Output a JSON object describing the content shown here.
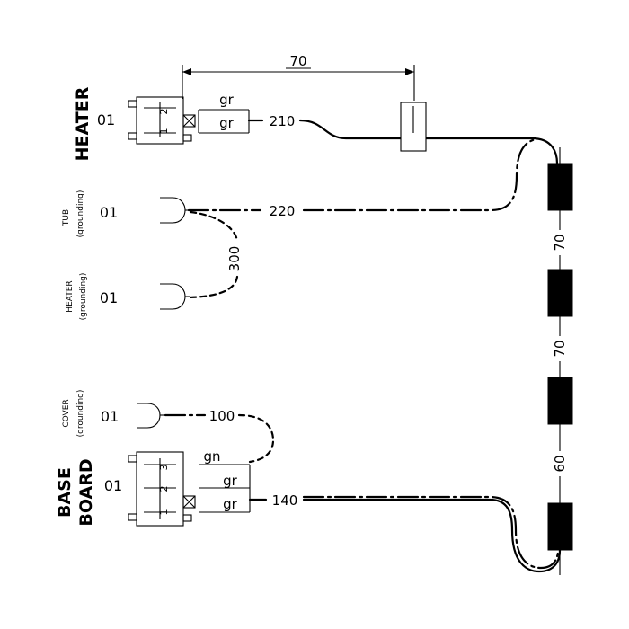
{
  "components": {
    "heater": {
      "name": "HEATER",
      "qty": "01"
    },
    "tub_ground": {
      "name": "TUB",
      "sub": "(grounding)",
      "qty": "01"
    },
    "heater_ground": {
      "name": "HEATER",
      "sub": "(grounding)",
      "qty": "01"
    },
    "cover_ground": {
      "name": "COVER",
      "sub": "(grounding)",
      "qty": "01"
    },
    "base_board": {
      "name_line1": "BASE",
      "name_line2": "BOARD",
      "qty": "01"
    }
  },
  "heater_connector": {
    "pins": [
      "2",
      "1"
    ],
    "wire_labels": [
      "gr",
      "gr"
    ]
  },
  "base_connector": {
    "pins": [
      "3",
      "2",
      "1"
    ],
    "wire_labels": [
      "gn",
      "gr",
      "gr"
    ]
  },
  "dimensions": {
    "top_span": "70",
    "heater_wire": "210",
    "tub_wire": "220",
    "ground_link": "300",
    "cover_wire": "100",
    "base_wire": "140",
    "sleeve_gap_1": "70",
    "sleeve_gap_2": "70",
    "sleeve_gap_3": "60"
  }
}
